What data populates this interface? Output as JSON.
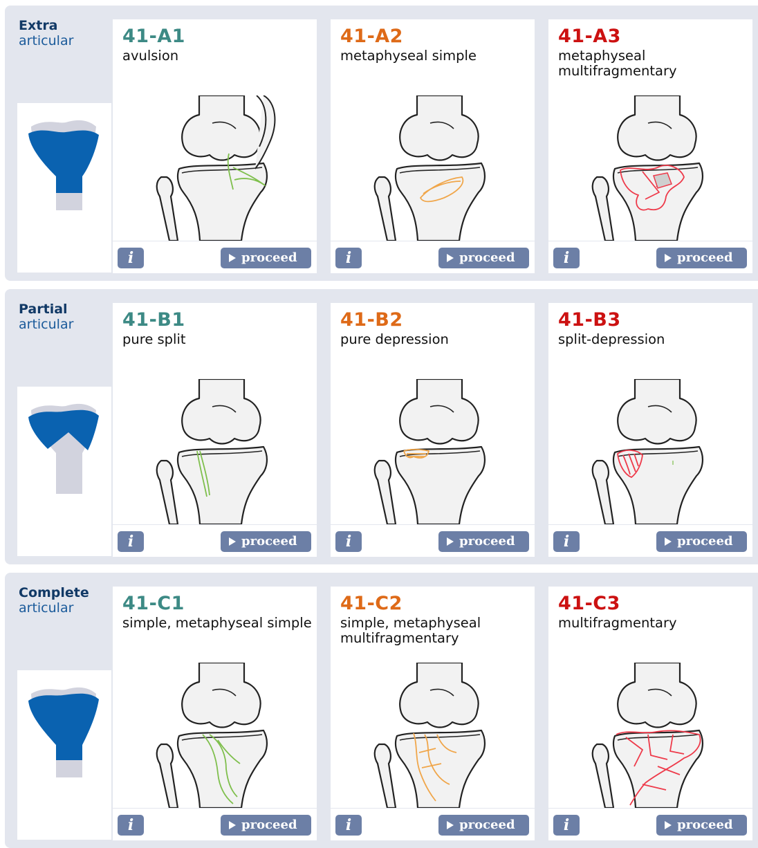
{
  "colors": {
    "group_1": "#3d8a85",
    "group_2": "#de6a18",
    "group_3": "#cc1111",
    "button": "#6c7fa6",
    "bone_blue": "#0a62b0",
    "bone_grey": "#d2d3de",
    "fracture_green": "#7fbf4d",
    "fracture_orange": "#f0a64a",
    "fracture_red": "#ee3a4a"
  },
  "rows": [
    {
      "title_bold": "Extra",
      "title_rest": "articular",
      "thumb_shape": "extra-articular",
      "cards": [
        {
          "code": "41-A1",
          "name": "avulsion",
          "variant": "a1",
          "info": "i",
          "proceed": "proceed"
        },
        {
          "code": "41-A2",
          "name": "metaphyseal simple",
          "variant": "a2",
          "info": "i",
          "proceed": "proceed"
        },
        {
          "code": "41-A3",
          "name": "metaphyseal multifragmentary",
          "variant": "a3",
          "info": "i",
          "proceed": "proceed"
        }
      ]
    },
    {
      "title_bold": "Partial",
      "title_rest": "articular",
      "thumb_shape": "partial-articular",
      "cards": [
        {
          "code": "41-B1",
          "name": "pure split",
          "variant": "b1",
          "info": "i",
          "proceed": "proceed"
        },
        {
          "code": "41-B2",
          "name": "pure depression",
          "variant": "b2",
          "info": "i",
          "proceed": "proceed"
        },
        {
          "code": "41-B3",
          "name": "split-depression",
          "variant": "b3",
          "info": "i",
          "proceed": "proceed"
        }
      ]
    },
    {
      "title_bold": "Complete",
      "title_rest": "articular",
      "thumb_shape": "complete-articular",
      "cards": [
        {
          "code": "41-C1",
          "name": "simple, metaphyseal simple",
          "variant": "c1",
          "info": "i",
          "proceed": "proceed"
        },
        {
          "code": "41-C2",
          "name": "simple, metaphyseal multifragmentary",
          "variant": "c2",
          "info": "i",
          "proceed": "proceed"
        },
        {
          "code": "41-C3",
          "name": "multifragmentary",
          "variant": "c3",
          "info": "i",
          "proceed": "proceed"
        }
      ]
    }
  ]
}
